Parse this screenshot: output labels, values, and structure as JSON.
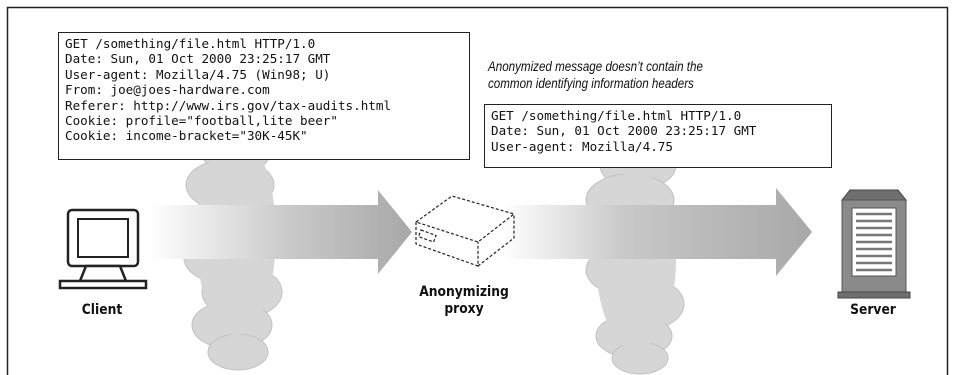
{
  "original_message": {
    "lines": [
      "GET /something/file.html HTTP/1.0",
      "Date: Sun, 01 Oct 2000 23:25:17 GMT",
      "User-agent: Mozilla/4.75 (Win98; U)",
      "From: joe@joes-hardware.com",
      "Referer: http://www.irs.gov/tax-audits.html",
      "Cookie: profile=\"football,lite beer\"",
      "Cookie: income-bracket=\"30K-45K\""
    ]
  },
  "anonymized_message": {
    "caption_lines": [
      "Anonymized message doesn’t contain the",
      "common identifying information headers"
    ],
    "lines": [
      "GET /something/file.html HTTP/1.0",
      "Date: Sun, 01 Oct 2000 23:25:17 GMT",
      "User-agent: Mozilla/4.75"
    ]
  },
  "nodes": {
    "client_label": "Client",
    "proxy_label_lines": [
      "Anonymizing",
      "proxy"
    ],
    "server_label": "Server"
  },
  "colors": {
    "frame": "#222222",
    "cloud_fill": "#d6d6d6",
    "cloud_stroke": "#bdbdbd",
    "arrow_fill": "#a8a8a8",
    "server_fill": "#8a8a8a",
    "text": "#111111"
  },
  "icons": {
    "client": "computer-icon",
    "proxy": "proxy-box-icon",
    "server": "server-tower-icon"
  }
}
